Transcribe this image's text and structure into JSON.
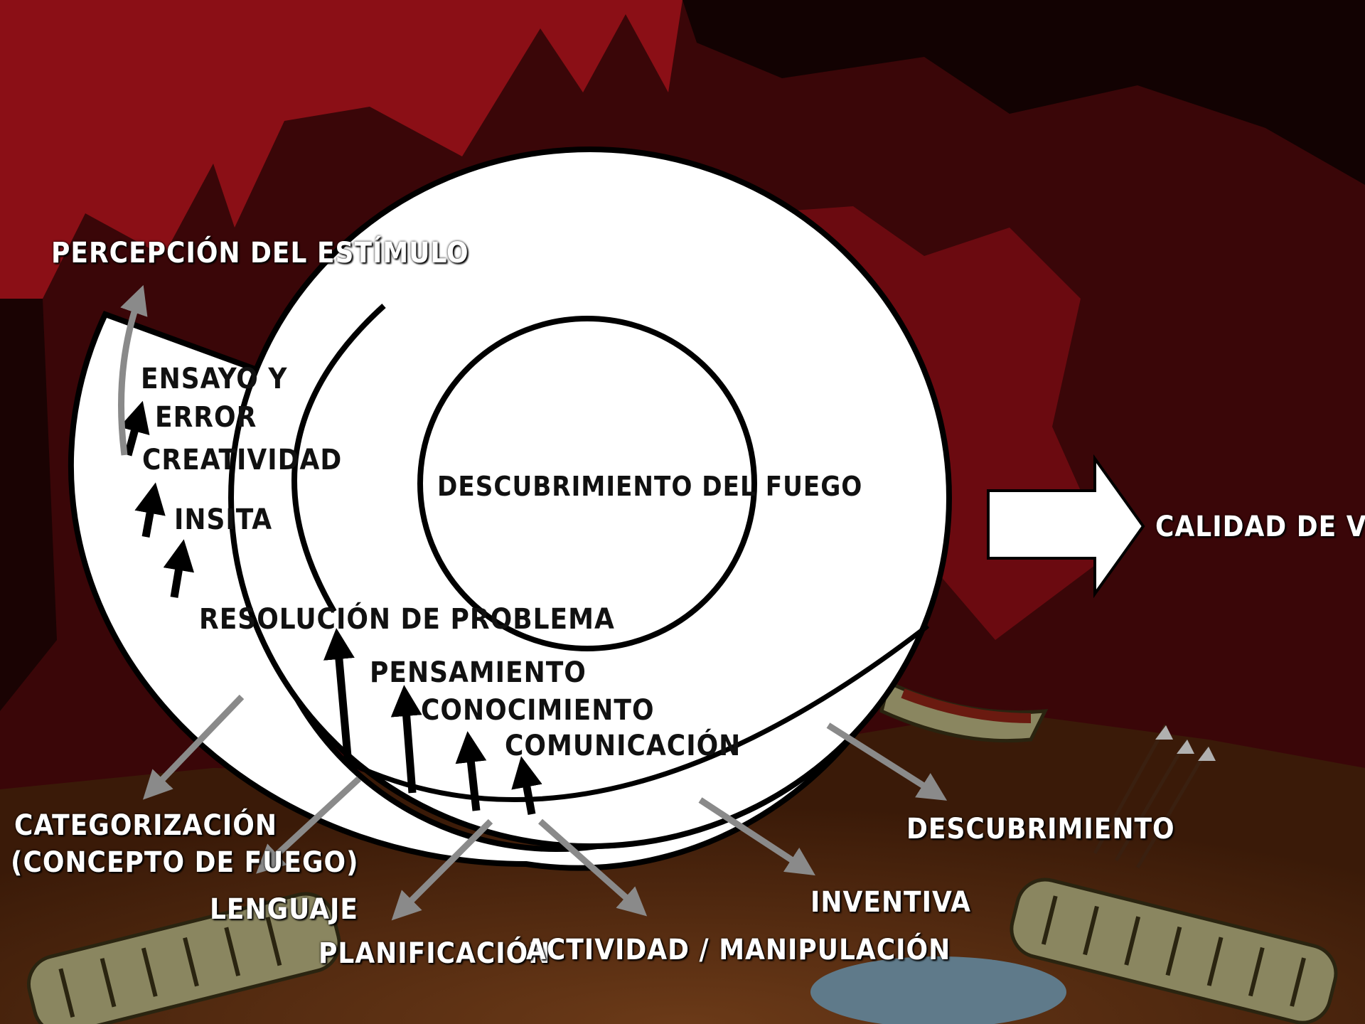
{
  "colors": {
    "background": "#2a0505",
    "cave_red": "#8b0f16",
    "floor_brown": "#5a2e12",
    "spiral_fill": "#ffffff",
    "outline": "#000000",
    "outer_arrow": "#8a8a8a",
    "inner_arrow": "#000000",
    "water": "#5f7a8a"
  },
  "diagram": {
    "center": "DESCUBRIMIENTO DEL FUEGO",
    "result_arrow": "CALIDAD DE VIDA",
    "top_label": "PERCEPCIÓN DEL ESTÍMULO",
    "inner_steps": [
      "ENSAYO Y",
      "ERROR",
      "CREATIVIDAD",
      "INSITA",
      "RESOLUCIÓN DE PROBLEMA",
      "PENSAMIENTO",
      "CONOCIMIENTO",
      "COMUNICACIÓN"
    ],
    "outer_steps": [
      "CATEGORIZACIÓN",
      "(CONCEPTO DE FUEGO)",
      "LENGUAJE",
      "PLANIFICACIÓN",
      "ACTIVIDAD / MANIPULACIÓN",
      "INVENTIVA",
      "DESCUBRIMIENTO"
    ]
  }
}
